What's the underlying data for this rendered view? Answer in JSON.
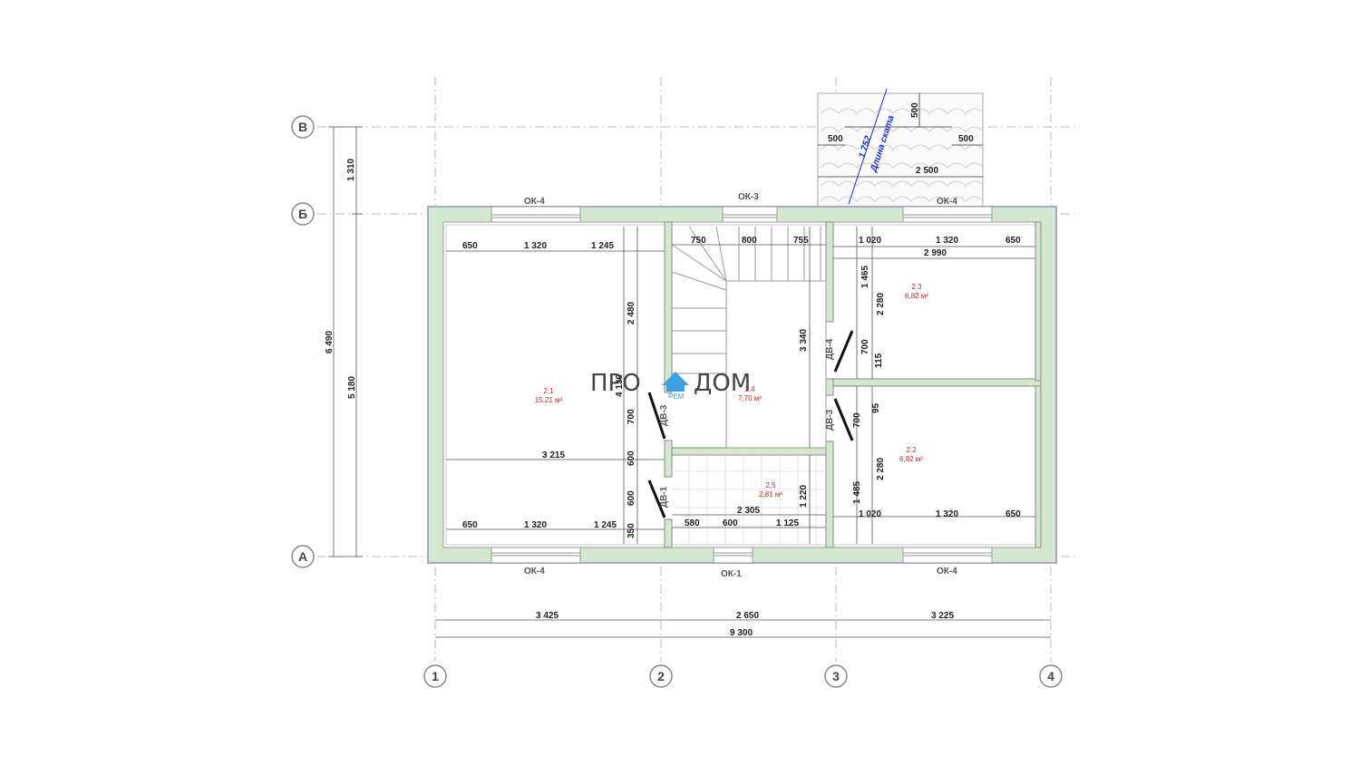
{
  "axes": {
    "rows": [
      "В",
      "Б",
      "А"
    ],
    "cols": [
      "1",
      "2",
      "3",
      "4"
    ]
  },
  "windows": {
    "top_left": "ОК-4",
    "top_mid": "ОК-3",
    "top_right": "ОК-4",
    "bottom_left": "ОК-4",
    "bottom_mid": "ОК-1",
    "bottom_right": "ОК-4"
  },
  "doors": {
    "d1": "ДВ-1",
    "d3a": "ДВ-3",
    "d3b": "ДВ-3",
    "d4": "ДВ-4"
  },
  "rooms": [
    {
      "id": "2.1",
      "area": "15,21 м²"
    },
    {
      "id": "2.4",
      "area": "7,70 м²"
    },
    {
      "id": "2.3",
      "area": "6,82 м²"
    },
    {
      "id": "2.2",
      "area": "6,82 м²"
    },
    {
      "id": "2.5",
      "area": "2,81 м²"
    }
  ],
  "bottom_dims": {
    "seg1": "3 425",
    "seg2": "2 650",
    "seg3": "3 225",
    "total": "9 300"
  },
  "left_dims": {
    "upper": "1 310",
    "overall": "6 490",
    "main": "5 180"
  },
  "roof": {
    "left": "500",
    "right": "500",
    "top": "500",
    "width": "2 500",
    "slope": "1 752",
    "slope_label": "Длина ската"
  },
  "dims": {
    "r1_top": [
      "650",
      "1 320",
      "1 245"
    ],
    "r1_bottom": [
      "650",
      "1 320",
      "1 245"
    ],
    "r1_width": "3 215",
    "r1_h1": "2 480",
    "r1_h2": "4 130",
    "r1_door1": "700",
    "r1_door2": "600",
    "r1_door3": "600",
    "r1_door4": "350",
    "stair_top": [
      "750",
      "800",
      "755"
    ],
    "stair_h": "3 340",
    "r3_top": [
      "1 020",
      "1 320",
      "650"
    ],
    "r3_width": "2 990",
    "r3_h1": "1 465",
    "r3_h2": "2 280",
    "r3_door": "700",
    "r3_off": "115",
    "r2_door": "700",
    "r2_off": "95",
    "r2_h": "2 280",
    "r2_h2": "1 485",
    "r2_bottom": [
      "1 020",
      "1 320",
      "650"
    ],
    "r5_h": "1 220",
    "r5_width": "2 305",
    "r5_bottom": [
      "580",
      "600",
      "1 125"
    ]
  },
  "watermark": {
    "left": "ПРО",
    "right": "ДОМ",
    "sub": "РЕМ"
  },
  "colors": {
    "wall_fill": "#d4e8cf",
    "wall_edge": "#a7a9d0",
    "text_red": "#c0272d",
    "text_blue": "#1a2fd0"
  }
}
